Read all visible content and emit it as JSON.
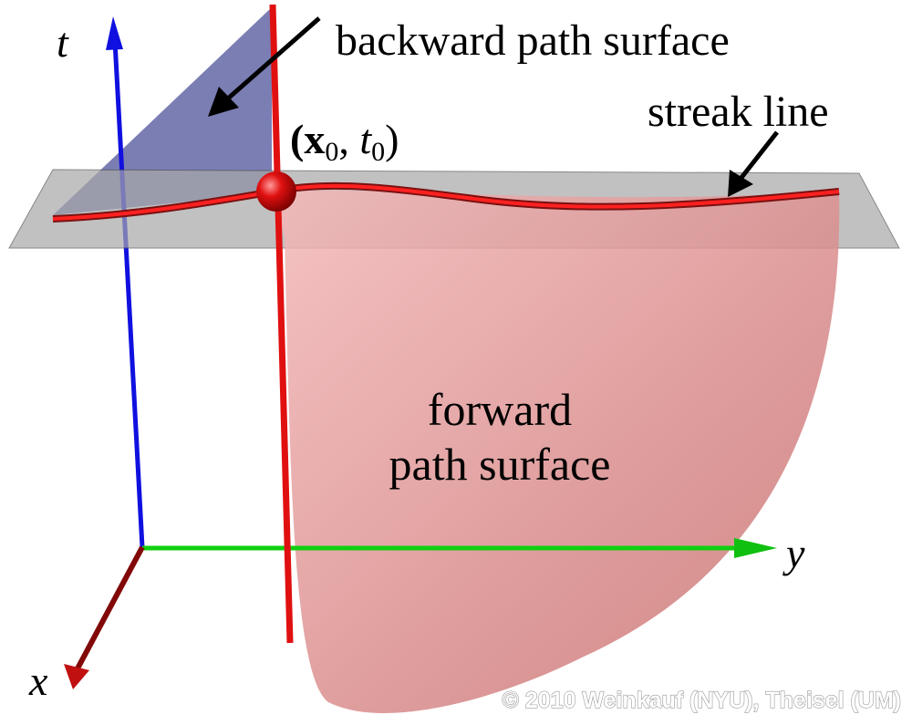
{
  "labels": {
    "t_axis": "t",
    "x_axis": "x",
    "y_axis": "y",
    "backward": "backward path surface",
    "streak": "streak line",
    "point": "(x",
    "point_sub0": "0",
    "point_sep": ", ",
    "point_t": "t",
    "point_sub1": "0",
    "point_close": ")",
    "forward_line1": "forward",
    "forward_line2": "path surface"
  },
  "copyright": "© 2010 Weinkauf (NYU), Theisel (UM)",
  "colors": {
    "t_axis": "#1010e0",
    "y_axis": "#10d010",
    "x_axis": "#8a1010",
    "path_line": "#e01010",
    "forward_surface": "#d88080",
    "backward_surface": "#5a5ea0",
    "time_plane": "#a8a8a8"
  }
}
